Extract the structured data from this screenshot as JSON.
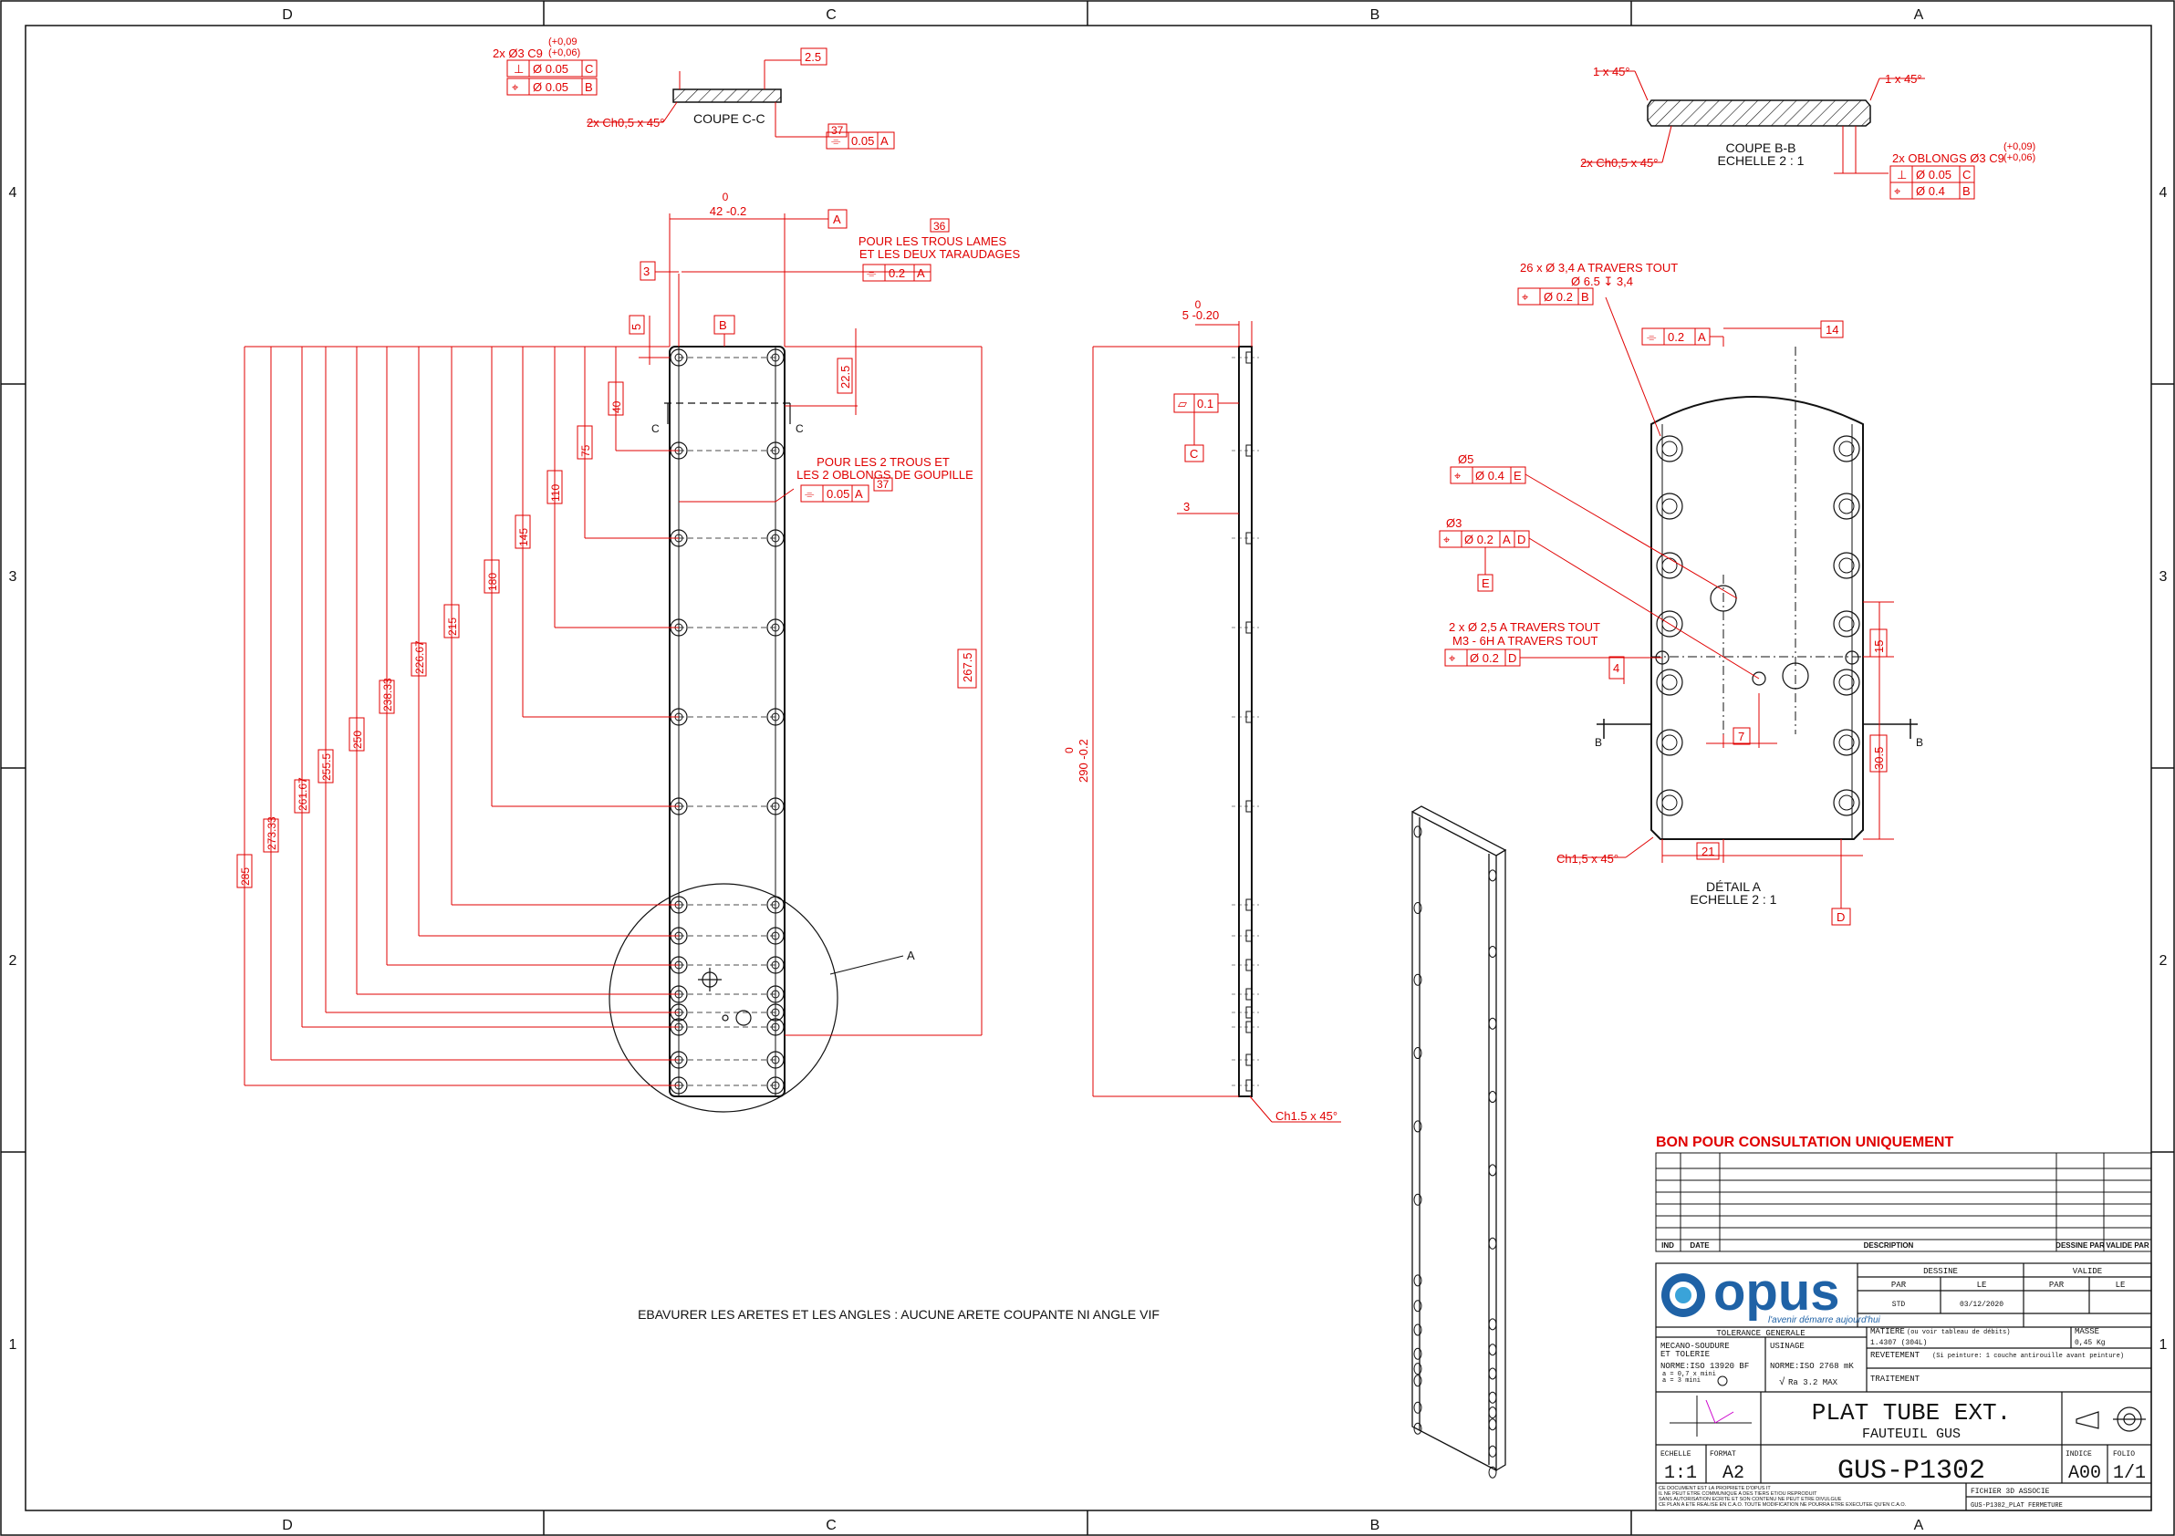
{
  "frame": {
    "zones_top": [
      "D",
      "C",
      "B",
      "A"
    ],
    "zones_bottom": [
      "D",
      "C",
      "B",
      "A"
    ],
    "rows_left": [
      "4",
      "3",
      "2",
      "1"
    ],
    "rows_right": [
      "4",
      "3",
      "2",
      "1"
    ]
  },
  "section_cc": {
    "title": "COUPE C-C",
    "tol_label": "2x Ø3 C9",
    "tol_upper": "(+0,09",
    "tol_lower": "(+0,06)",
    "perp_value": "Ø 0.05",
    "perp_datum": "C",
    "pos_value": "Ø 0.05",
    "pos_datum": "B",
    "dim_25": "2.5",
    "dim_37": "37",
    "sym_value": "0.05",
    "sym_datum": "A",
    "chamfer": "2x Ch0,5 x 45°"
  },
  "front_view": {
    "top_dim": "42 -0.2",
    "top_dim_tol": "0",
    "datum_a": "A",
    "datum_b": "B",
    "box_36": "36",
    "lames_note_1": "POUR LES TROUS LAMES",
    "lames_note_2": "ET LES DEUX TARAUDAGES",
    "lames_sym": "0.2",
    "lames_datum": "A",
    "dim_3": "3",
    "dim_5": "5",
    "dim_225": "22.5",
    "box_37": "37",
    "oblong_note_1": "POUR LES 2 TROUS ET",
    "oblong_note_2": "LES 2 OBLONGS DE GOUPILLE",
    "oblong_sym": "0.05",
    "oblong_datum": "A",
    "section_mark": "C",
    "detail_mark": "A",
    "right_dim": "267.5",
    "vertical_dims": [
      "285",
      "273.33",
      "261.67",
      "255.5",
      "250",
      "238.33",
      "226.67",
      "215",
      "180",
      "145",
      "110",
      "75",
      "40"
    ]
  },
  "side_view": {
    "thick_dim": "5 -0.20",
    "thick_tol": "0",
    "flat_value": "0.1",
    "datum_c": "C",
    "dim_3": "3",
    "length_dim": "290 -0.2",
    "length_tol": "0",
    "chamfer": "Ch1.5 x 45°"
  },
  "section_bb": {
    "chamfer_left": "1 x 45°",
    "chamfer_right": "1 x 45°",
    "title": "COUPE B-B",
    "scale": "ECHELLE 2 : 1",
    "chamfer_holes": "2x Ch0,5 x 45°",
    "oblong_label": "2x OBLONGS Ø3 C9",
    "tol_upper": "(+0,09)",
    "tol_lower": "(+0,06)",
    "perp_value": "Ø 0.05",
    "perp_datum": "C",
    "pos_value": "Ø 0.4",
    "pos_datum": "B"
  },
  "detail_a": {
    "holes_note_1": "26 x Ø 3,4 A TRAVERS TOUT",
    "holes_note_2": "Ø 6.5 ↧ 3,4",
    "holes_pos": "Ø 0.2",
    "holes_datum": "B",
    "sym_value": "0.2",
    "sym_datum": "A",
    "dim_14": "14",
    "d5_label": "Ø5",
    "d5_pos": "Ø 0.4",
    "d5_datum": "E",
    "d3_label": "Ø3",
    "d3_pos": "Ø 0.2",
    "d3_datum_a": "A",
    "d3_datum_d": "D",
    "datum_e": "E",
    "small_note_1": "2 x Ø 2,5 A TRAVERS TOUT",
    "small_note_2": "M3 - 6H A TRAVERS TOUT",
    "small_pos": "Ø 0.2",
    "small_datum": "D",
    "dim_4": "4",
    "dim_7": "7",
    "dim_15": "15",
    "dim_305": "30.5",
    "dim_21": "21",
    "section_b": "B",
    "chamfer": "Ch1,5 x 45°",
    "title": "DÉTAIL A",
    "scale": "ECHELLE 2 : 1",
    "datum_d": "D"
  },
  "notes": {
    "deburr": "EBAVURER LES ARETES ET LES ANGLES : AUCUNE ARETE COUPANTE NI ANGLE VIF",
    "consultation": "BON POUR CONSULTATION UNIQUEMENT"
  },
  "revision_table": {
    "headers": [
      "IND",
      "DATE",
      "DESCRIPTION",
      "DESSINE PAR",
      "VALIDE PAR"
    ]
  },
  "title_block": {
    "logo": "opus",
    "slogan": "l'avenir démarre aujourd'hui",
    "dessine": "DESSINE",
    "valide": "VALIDE",
    "par": "PAR",
    "le": "LE",
    "drawn_by": "STD",
    "drawn_date": "03/12/2020",
    "tolerance_title": "TOLERANCE GENERALE",
    "meca_1": "MECANO-SOUDURE",
    "meca_2": "ET TOLERIE",
    "meca_norm": "NORME:ISO 13920 BF",
    "meca_a": "a = 0,7 x mini",
    "meca_b": "a = 3 mini",
    "usinage": "USINAGE",
    "usinage_norm": "NORME:ISO 2768 mK",
    "roughness": "Ra 3.2 MAX",
    "matiere_label": "MATIERE",
    "matiere_hint": "(ou voir tableau de débits)",
    "matiere": "1.4307 (304L)",
    "masse_label": "MASSE",
    "masse": "0,45 Kg",
    "revetement": "REVETEMENT",
    "revetement_hint": "(Si peinture: 1 couche antirouille avant peinture)",
    "traitement": "TRAITEMENT",
    "title": "PLAT TUBE EXT.",
    "subtitle": "FAUTEUIL GUS",
    "echelle_label": "ECHELLE",
    "echelle": "1:1",
    "format_label": "FORMAT",
    "format": "A2",
    "part_number": "GUS-P1302",
    "indice_label": "INDICE",
    "indice": "A00",
    "folio_label": "FOLIO",
    "folio": "1/1",
    "fichier_label": "FICHIER 3D ASSOCIE",
    "fichier": "GUS-P1302_PLAT FERMETURE",
    "legal_1": "CE DOCUMENT EST LA PROPRIETE D'OPUS IT",
    "legal_2": "IL NE PEUT ETRE COMMUNIQUE A DES TIERS ET/OU REPRODUIT",
    "legal_3": "SANS AUTORISATION ECRITE ET SON CONTENU NE PEUT ETRE DIVULGUE",
    "legal_4": "CE PLAN A ETE REALISE EN C.A.O. TOUTE MODIFICATION NE POURRA ETRE EXECUTEE QU'EN C.A.O."
  }
}
